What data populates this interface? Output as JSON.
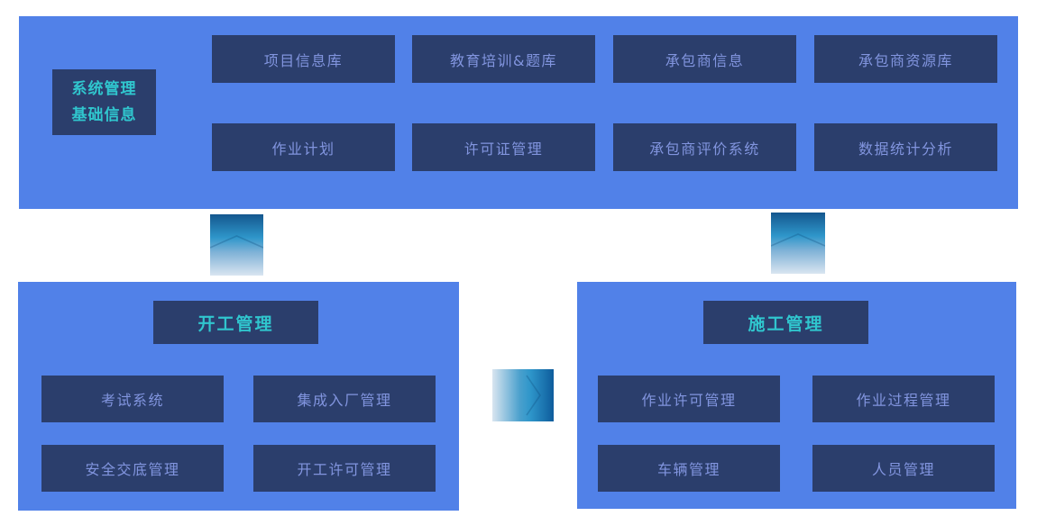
{
  "colors": {
    "panel": "#5181e8",
    "box": "#2b3e6c",
    "boxText": "#8295df",
    "accentText": "#30c6ce",
    "connectorDark": "#14578e",
    "connectorMid": "#2e96ca",
    "connectorLight": "#d9e5f0"
  },
  "top_panel": {
    "title_line1": "系统管理",
    "title_line2": "基础信息",
    "row1": [
      "项目信息库",
      "教育培训&题库",
      "承包商信息",
      "承包商资源库"
    ],
    "row2": [
      "作业计划",
      "许可证管理",
      "承包商评价系统",
      "数据统计分析"
    ]
  },
  "left_panel": {
    "title": "开工管理",
    "items": [
      "考试系统",
      "集成入厂管理",
      "安全交底管理",
      "开工许可管理"
    ]
  },
  "right_panel": {
    "title": "施工管理",
    "items": [
      "作业许可管理",
      "作业过程管理",
      "车辆管理",
      "人员管理"
    ]
  }
}
